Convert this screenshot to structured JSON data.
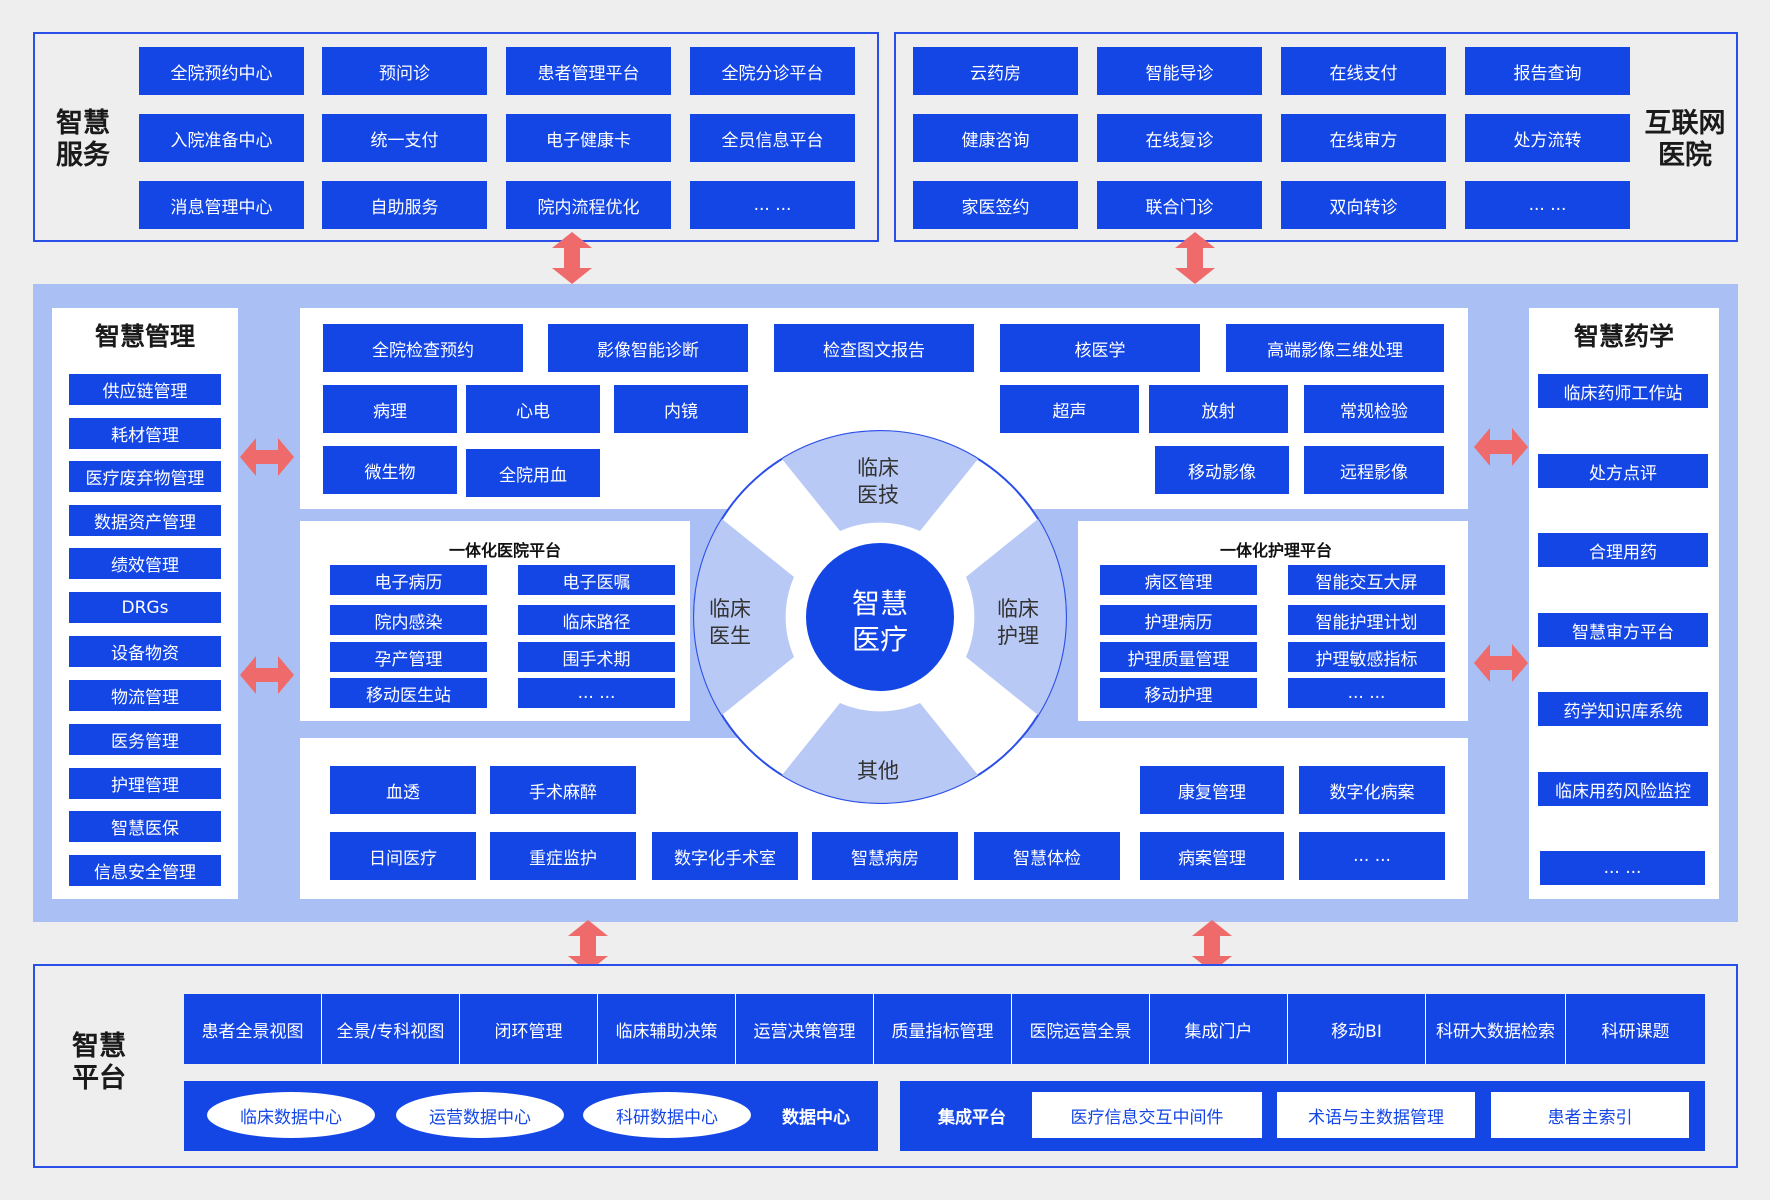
{
  "smart_service": {
    "title_l1": "智慧",
    "title_l2": "服务",
    "items": [
      "全院预约中心",
      "预问诊",
      "患者管理平台",
      "全院分诊平台",
      "入院准备中心",
      "统一支付",
      "电子健康卡",
      "全员信息平台",
      "消息管理中心",
      "自助服务",
      "院内流程优化",
      "... ..."
    ]
  },
  "internet_hospital": {
    "title_l1": "互联网",
    "title_l2": "医院",
    "items": [
      "云药房",
      "智能导诊",
      "在线支付",
      "报告查询",
      "健康咨询",
      "在线复诊",
      "在线审方",
      "处方流转",
      "家医签约",
      "联合门诊",
      "双向转诊",
      "... ..."
    ]
  },
  "smart_management": {
    "title": "智慧管理",
    "items": [
      "供应链管理",
      "耗材管理",
      "医疗废弃物管理",
      "数据资产管理",
      "绩效管理",
      "DRGs",
      "设备物资",
      "物流管理",
      "医务管理",
      "护理管理",
      "智慧医保",
      "信息安全管理"
    ]
  },
  "smart_pharmacy": {
    "title": "智慧药学",
    "items": [
      "临床药师工作站",
      "处方点评",
      "合理用药",
      "智慧审方平台",
      "药学知识库系统",
      "临床用药风险监控",
      "... ..."
    ]
  },
  "tech_panel": {
    "row1": [
      "全院检查预约",
      "影像智能诊断",
      "检查图文报告",
      "核医学",
      "高端影像三维处理"
    ],
    "row2_left": [
      "病理",
      "心电",
      "内镜"
    ],
    "row2_right": [
      "超声",
      "放射",
      "常规检验"
    ],
    "row3_left": [
      "微生物",
      "全院用血"
    ],
    "row3_right": [
      "移动影像",
      "远程影像"
    ]
  },
  "hospital_platform": {
    "title": "一体化医院平台",
    "items": [
      "电子病历",
      "电子医嘱",
      "院内感染",
      "临床路径",
      "孕产管理",
      "围手术期",
      "移动医生站",
      "... ..."
    ]
  },
  "nursing_platform": {
    "title": "一体化护理平台",
    "items": [
      "病区管理",
      "智能交互大屏",
      "护理病历",
      "智能护理计划",
      "护理质量管理",
      "护理敏感指标",
      "移动护理",
      "... ..."
    ]
  },
  "other_panel": {
    "row1_left": [
      "血透",
      "手术麻醉"
    ],
    "row1_right": [
      "康复管理",
      "数字化病案"
    ],
    "row2": [
      "日间医疗",
      "重症监护",
      "数字化手术室",
      "智慧病房",
      "智慧体检",
      "病案管理",
      "... ..."
    ]
  },
  "center": {
    "core_l1": "智慧",
    "core_l2": "医疗",
    "top_l1": "临床",
    "top_l2": "医技",
    "left_l1": "临床",
    "left_l2": "医生",
    "right_l1": "临床",
    "right_l2": "护理",
    "bottom": "其他"
  },
  "smart_platform": {
    "title_l1": "智慧",
    "title_l2": "平台",
    "row1": [
      "患者全景视图",
      "全景/专科视图",
      "闭环管理",
      "临床辅助决策",
      "运营决策管理",
      "质量指标管理",
      "医院运营全景",
      "集成门户",
      "移动BI",
      "科研大数据检索",
      "科研课题"
    ],
    "data_center": {
      "items": [
        "临床数据中心",
        "运营数据中心",
        "科研数据中心"
      ],
      "label": "数据中心"
    },
    "integration": {
      "label": "集成平台",
      "items": [
        "医疗信息交互中间件",
        "术语与主数据管理",
        "患者主索引"
      ]
    }
  },
  "colors": {
    "primary": "#1446e6",
    "band": "#aabff3",
    "arrow": "#ef6b6b",
    "light_sector": "#b9c9f6",
    "frame": "#2a4ee8"
  }
}
